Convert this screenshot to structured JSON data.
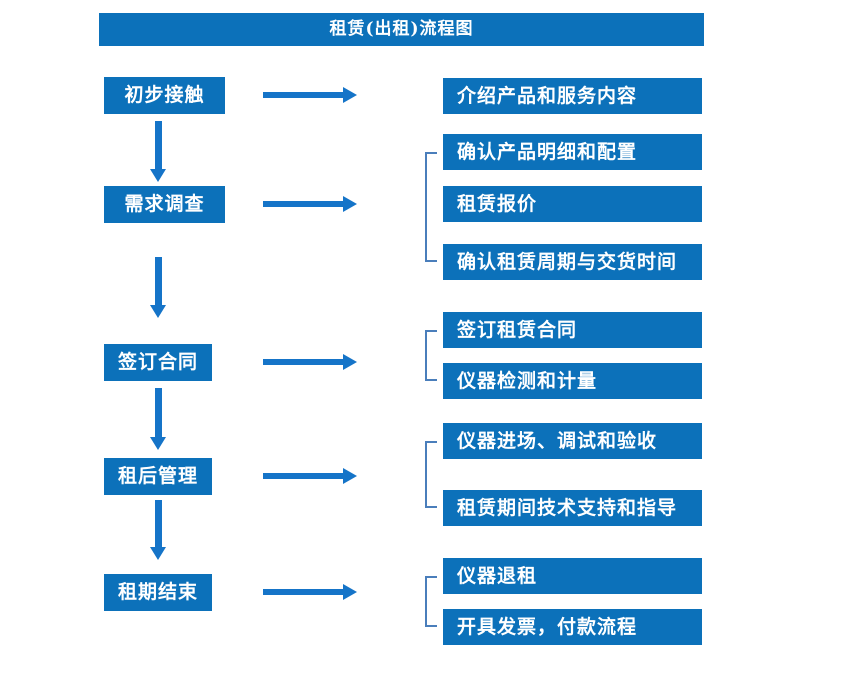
{
  "header": {
    "title": "租赁(出租)流程图"
  },
  "flow": {
    "stages": [
      {
        "label": "初步接触",
        "details": [
          "介绍产品和服务内容"
        ]
      },
      {
        "label": "需求调查",
        "details": [
          "确认产品明细和配置",
          "租赁报价",
          "确认租赁周期与交货时间"
        ]
      },
      {
        "label": "签订合同",
        "details": [
          "签订租赁合同",
          "仪器检测和计量"
        ]
      },
      {
        "label": "租后管理",
        "details": [
          "仪器进场、调试和验收",
          "租赁期间技术支持和指导"
        ]
      },
      {
        "label": "租期结束",
        "details": [
          "仪器退租",
          "开具发票，付款流程"
        ]
      }
    ]
  },
  "colors": {
    "box_blue": "#0c71ba",
    "arrow_blue": "#1574c8",
    "bracket_blue": "#4a7ebb",
    "text_white": "#ffffff",
    "bg": "#ffffff"
  }
}
